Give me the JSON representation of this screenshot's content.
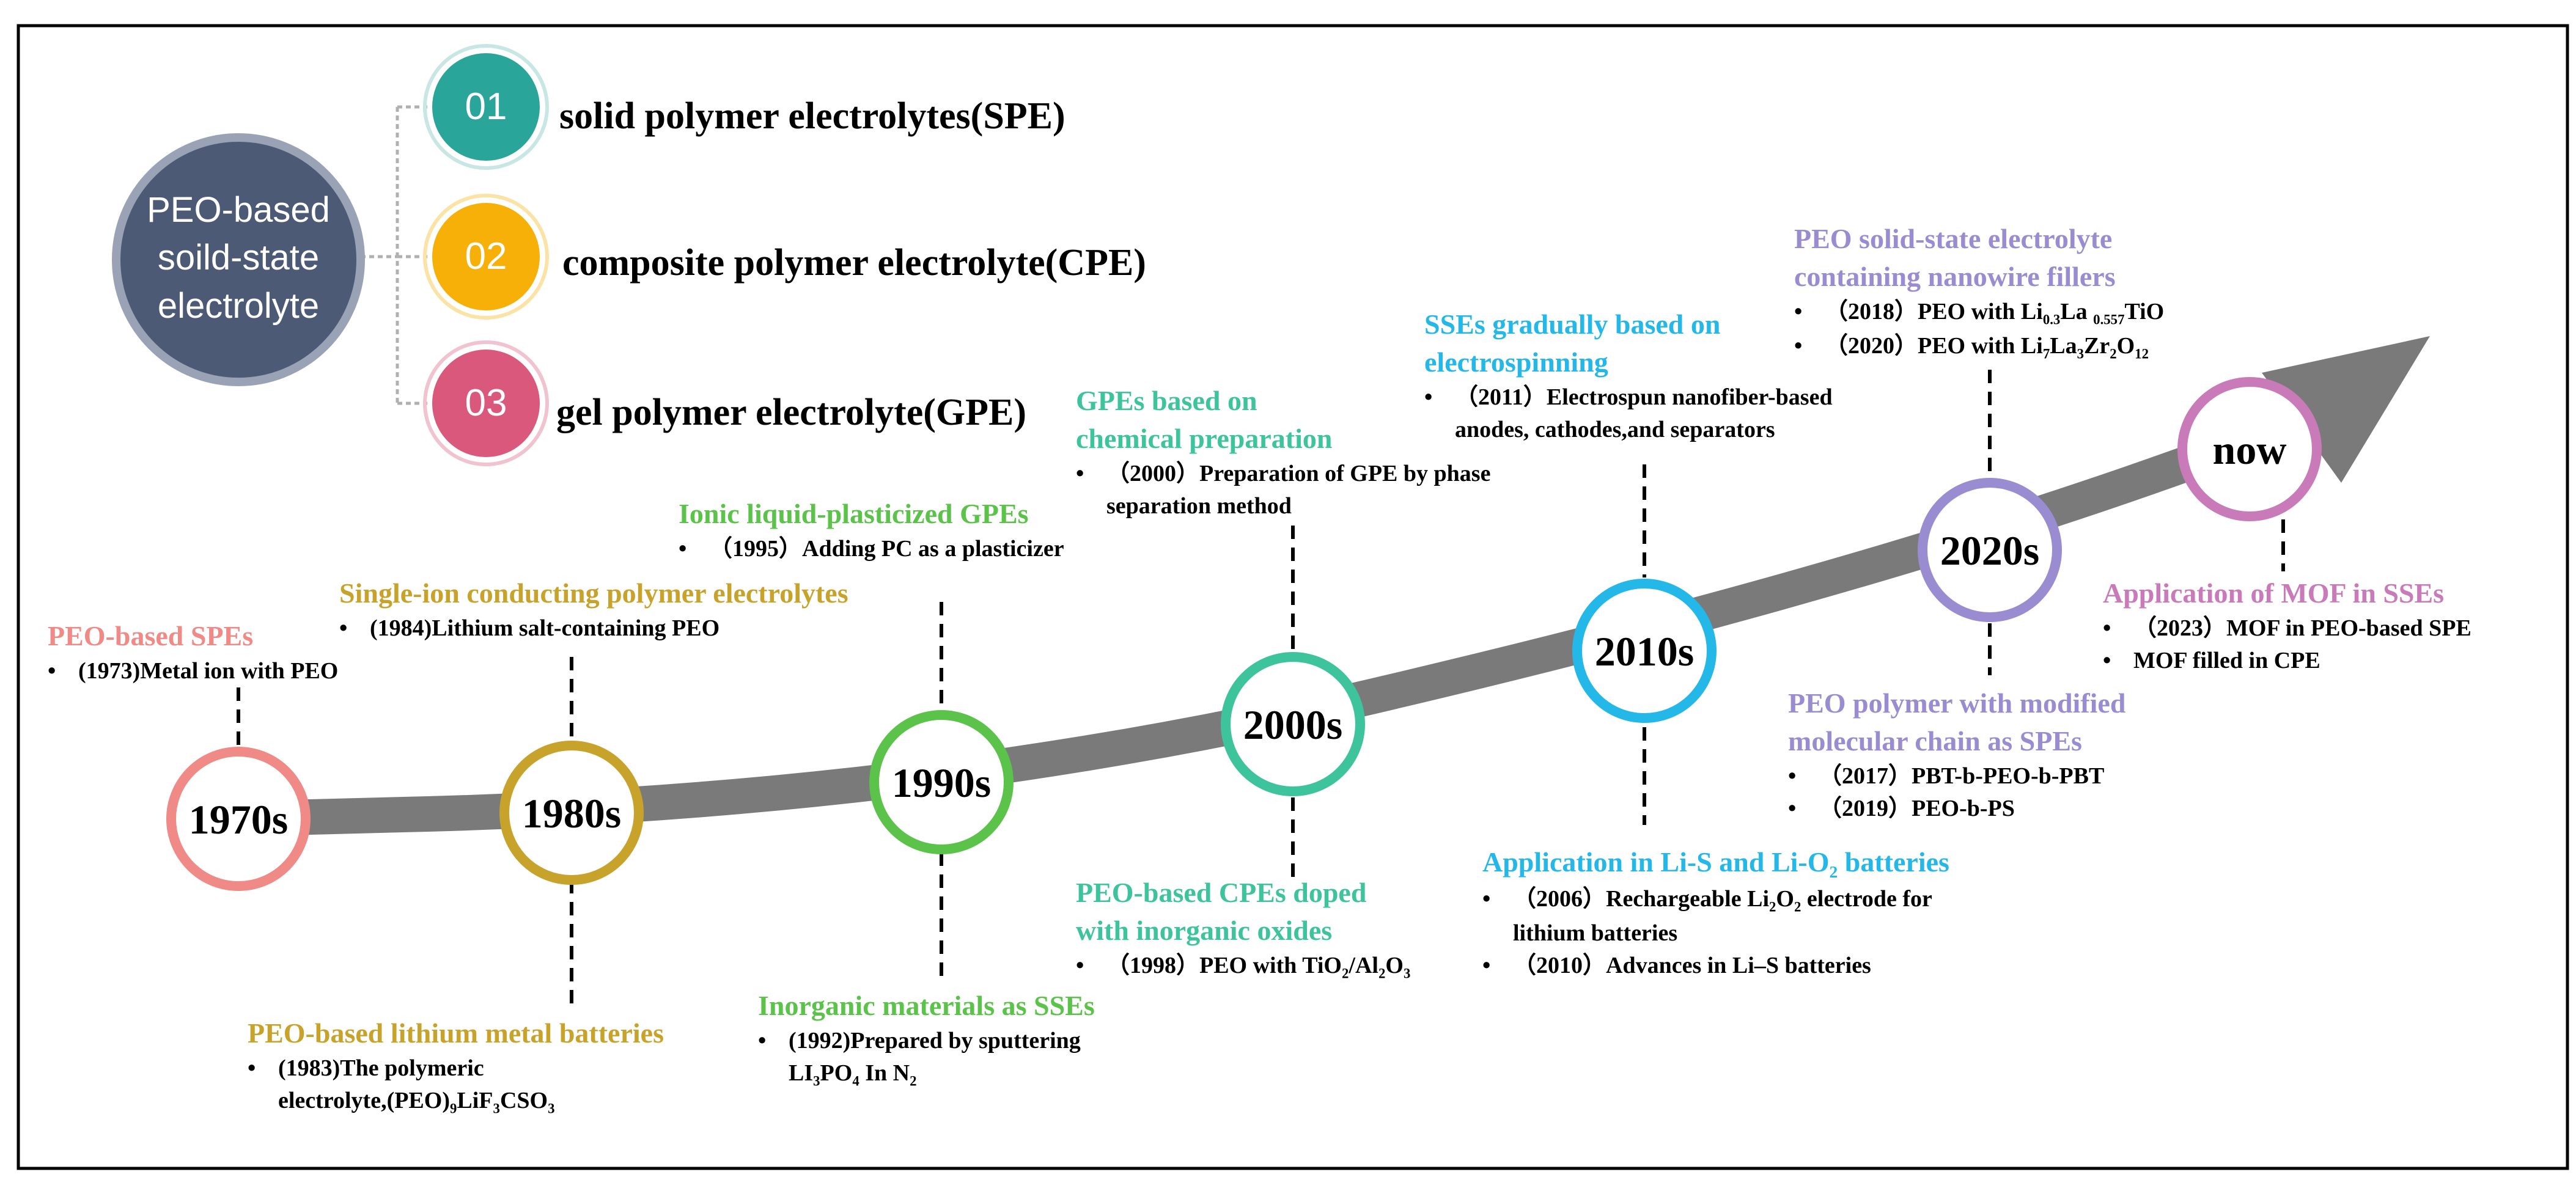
{
  "header": {
    "main_circle_text": [
      "PEO-based",
      "soild-state",
      "electrolyte"
    ]
  },
  "categories": [
    {
      "num": "01",
      "label": "solid polymer electrolytes(SPE)",
      "color": "#2aa59a"
    },
    {
      "num": "02",
      "label": "composite polymer electrolyte(CPE)",
      "color": "#f6b007"
    },
    {
      "num": "03",
      "label": "gel polymer electrolyte(GPE)",
      "color": "#d9587c"
    }
  ],
  "eras": [
    {
      "id": "1970s",
      "label": "1970s",
      "color": "#f08a86"
    },
    {
      "id": "1980s",
      "label": "1980s",
      "color": "#c8a32c"
    },
    {
      "id": "1990s",
      "label": "1990s",
      "color": "#5bc34a"
    },
    {
      "id": "2000s",
      "label": "2000s",
      "color": "#3ec49d"
    },
    {
      "id": "2010s",
      "label": "2010s",
      "color": "#23b8e8"
    },
    {
      "id": "2020s",
      "label": "2020s",
      "color": "#9a8cd0"
    },
    {
      "id": "now",
      "label": "now",
      "color": "#c97ab8"
    }
  ],
  "milestones": {
    "m1970_title": "PEO-based SPEs",
    "m1970_b1": "(1973)Metal ion with PEO",
    "m1980_title": "Single-ion conducting polymer electrolytes",
    "m1980_b1": "(1984)Lithium salt-containing PEO",
    "m1983_title": "PEO-based lithium metal batteries",
    "m1983_b1_l1": "(1983)The polymeric",
    "m1983_b1_l2_pre": "electrolyte,(PEO)",
    "m1983_b1_l2_sub1": "9",
    "m1983_b1_l2_mid": "LiF",
    "m1983_b1_l2_sub2": "3",
    "m1983_b1_l2_post": "CSO",
    "m1983_b1_l2_sub3": "3",
    "m1990_title": "Ionic liquid-plasticized GPEs",
    "m1990_b1": "（1995）Adding PC as a plasticizer",
    "m1992_title": "Inorganic materials as SSEs",
    "m1992_b1_l1": "(1992)Prepared by sputtering",
    "m1992_b1_l2_pre": "LI",
    "m1992_b1_l2_sub1": "3",
    "m1992_b1_l2_mid": "PO",
    "m1992_b1_l2_sub2": "4",
    "m1992_b1_l2_post": " In N",
    "m1992_b1_l2_sub3": "2",
    "m2000_title_l1": "GPEs based on",
    "m2000_title_l2": "chemical preparation",
    "m2000_b1_l1": "（2000）Preparation of GPE by phase",
    "m2000_b1_l2": "separation method",
    "m1998_title_l1": "PEO-based CPEs doped",
    "m1998_title_l2": "with inorganic oxides",
    "m1998_b1_pre": "（1998）PEO with TiO",
    "m1998_b1_sub1": "2",
    "m1998_b1_mid": "/Al",
    "m1998_b1_sub2": "2",
    "m1998_b1_mid2": "O",
    "m1998_b1_sub3": "3",
    "m2010_title_l1": "SSEs gradually based on",
    "m2010_title_l2": "electrospinning",
    "m2010_b1_l1": "（2011）Electrospun nanofiber-based",
    "m2010_b1_l2": "anodes, cathodes,and separators",
    "m2006_title_pre": "Application in Li-S and Li-O",
    "m2006_title_sub": "2",
    "m2006_title_post": " batteries",
    "m2006_b1_pre": "（2006）Rechargeable Li",
    "m2006_b1_sub1": "2",
    "m2006_b1_mid": "O",
    "m2006_b1_sub2": "2",
    "m2006_b1_post": " electrode for",
    "m2006_b1_l2": "lithium batteries",
    "m2006_b2": "（2010）Advances in Li–S batteries",
    "m2020_title_l1": "PEO solid-state electrolyte",
    "m2020_title_l2": "containing nanowire fillers",
    "m2020_b1_pre": "（2018）PEO with Li",
    "m2020_b1_sub1": "0.3",
    "m2020_b1_mid": "La ",
    "m2020_b1_sub2": "0.557",
    "m2020_b1_post": "TiO",
    "m2020_b2_pre": "（2020）PEO with Li",
    "m2020_b2_sub1": "7",
    "m2020_b2_mid": "La",
    "m2020_b2_sub2": "3",
    "m2020_b2_mid2": "Zr",
    "m2020_b2_sub3": "2",
    "m2020_b2_mid3": "O",
    "m2020_b2_sub4": "12",
    "m2017_title_l1": "PEO polymer with modified",
    "m2017_title_l2": "molecular chain as SPEs",
    "m2017_b1": "（2017）PBT-b-PEO-b-PBT",
    "m2017_b2": "（2019）PEO-b-PS",
    "mnow_title": "Application of MOF  in SSEs",
    "mnow_b1": "（2023）MOF in PEO-based SPE",
    "mnow_b2": "MOF filled in CPE"
  },
  "colors": {
    "arrow": "#7a7a7a",
    "pill": "#4d5a75",
    "pill_border": "#9aa3b5",
    "connector": "#b0b0b0",
    "frame": "#000000"
  }
}
